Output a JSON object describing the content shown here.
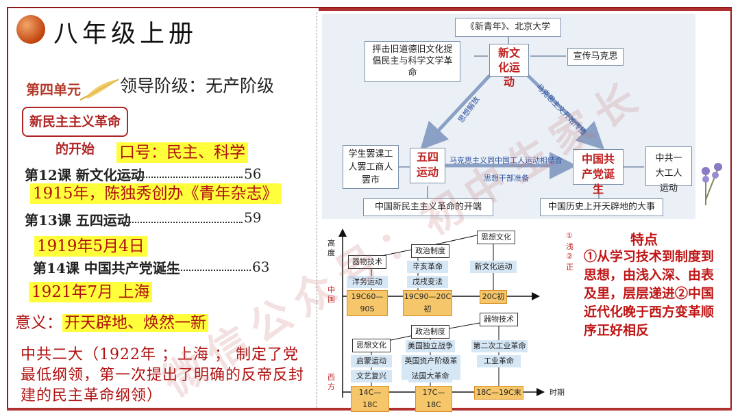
{
  "title": "八年级上册",
  "unit_label": "第四单元",
  "unit_name": "新民主主义革命的开始",
  "leader": "领导阶级：无产阶级",
  "slogan": "口号：民主、科学",
  "lessons": [
    {
      "label": "第12课 新文化运动",
      "page": "56"
    },
    {
      "label": "第13课 五四运动",
      "page": "59"
    },
    {
      "label": "第14课 中国共产党诞生",
      "page": "63"
    }
  ],
  "notes": {
    "n1915": "1915年，陈独秀创办《青年杂志》",
    "n1919": "1919年5月4日",
    "n1921": "1921年7月   上海"
  },
  "meaning_prefix": "意义：",
  "meaning_text": "开天辟地、焕然一新",
  "congress": "中共二大（1922年 ；上海 ； 制定了党最低纲领，第一次提出了明确的反帝反封建的民主革命纲领）",
  "diagram_top": {
    "new_youth": "《新青年》、北京大学",
    "attack": "抨击旧道德旧文化提倡民主与科学文学革命",
    "new_culture": "新文化运动",
    "marxism": "宣传马克思",
    "strike": "学生罢课工人罢工商人罢市",
    "may4": "五四运动",
    "ccp": "中国共产党诞生",
    "first_congress": "中共一大工人运动",
    "start": "中国新民主主义革命的开端",
    "big_event": "中国历史上开天辟地的大事",
    "lbl_thought": "思想解放",
    "lbl_marx_spread": "马克思主义开始传播",
    "lbl_combine": "马克思主义同中国工人运动相结合",
    "lbl_cadre": "思想干部准备"
  },
  "diagram_bottom": {
    "y_label": "高度",
    "china": "中国",
    "west": "西方",
    "time": "时期",
    "cn_tech": "器物技术",
    "cn_political": "政治制度",
    "cn_thought": "思想文化",
    "cn_yangwu": "洋务运动",
    "cn_xinhai": "辛亥革命",
    "cn_wuxu": "戊戌变法",
    "cn_newculture": "新文化运动",
    "cn_t1": "19C60—90S",
    "cn_t2": "19C90—20C初",
    "cn_t3": "20C初",
    "w_thought": "思想文化",
    "w_political": "政治制度",
    "w_tech": "器物技术",
    "w_enlight": "启蒙运动",
    "w_renaissance": "文艺复兴",
    "w_us": "美国独立战争",
    "w_uk": "英国资产阶级革命",
    "w_fr": "法国大革命",
    "w_ir2": "第二次工业革命",
    "w_ir": "工业革命",
    "w_t1": "14C—18C",
    "w_t2": "17C—18C",
    "w_t3": "18C—19C末",
    "cut1": "①",
    "cut2": "浅",
    "cut3": "②",
    "cut4": "正"
  },
  "features_title": "特点",
  "features": "①从学习技术到制度到思想，由浅入深、由表及里，层层递进②中国近代化晚于西方变革顺序正好相反",
  "watermark": "微信公众号：初中生家长",
  "colors": {
    "accent_red": "#b01010",
    "highlight": "#ffff3c",
    "frame": "#8b1a1a"
  }
}
